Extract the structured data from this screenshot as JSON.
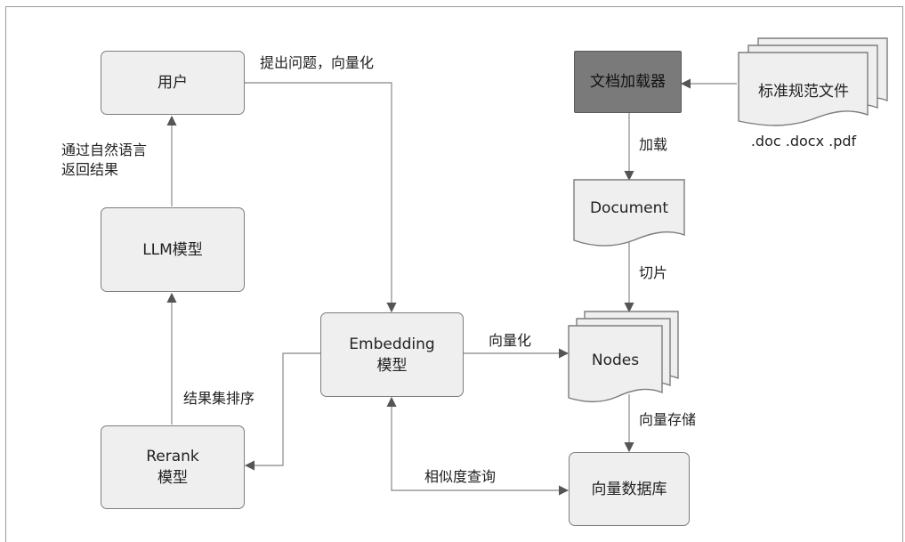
{
  "nodes": {
    "user": "用户",
    "llm": "LLM模型",
    "rerank": "Rerank\n模型",
    "embedding": "Embedding\n模型",
    "doc_loader": "文档加载器",
    "standard_files": "标准规范文件",
    "file_types": ".doc .docx .pdf",
    "document": "Document",
    "nodes": "Nodes",
    "vector_db": "向量数据库"
  },
  "edges": {
    "ask_vectorize": "提出问题，向量化",
    "natural_language_return": "通过自然语言\n返回结果",
    "result_sort": "结果集排序",
    "load": "加载",
    "split": "切片",
    "vectorize": "向量化",
    "vector_store": "向量存储",
    "similarity_query": "相似度查询"
  }
}
